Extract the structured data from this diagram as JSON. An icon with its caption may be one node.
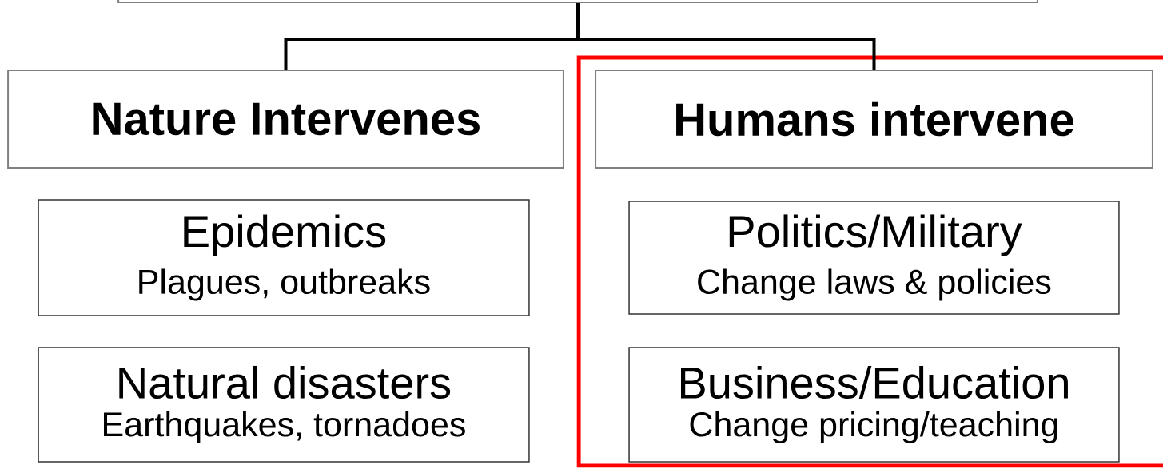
{
  "diagram": {
    "nodes": [
      {
        "text": [],
        "shape": "box"
      },
      {
        "text": [
          "Nature Intervenes"
        ]
      },
      {
        "text": [],
        "shape": "box"
      },
      {
        "text": [
          "Humans intervene"
        ],
        "in": 2
      },
      {
        "text": [
          "Epidemics",
          "Plagues, outbreaks"
        ]
      },
      {
        "text": [
          "Politics/Military",
          "Change laws & policies"
        ],
        "in": 2
      },
      {
        "text": [
          "Natural disasters",
          "Earthquakes, tornadoes"
        ]
      },
      {
        "text": [
          "Business/Education",
          "Change pricing/teaching"
        ],
        "in": 2
      }
    ],
    "edges": [
      {
        "from": 0,
        "to": 1,
        "arrow": "none"
      },
      {
        "from": 0,
        "to": 3,
        "arrow": "none"
      }
    ]
  }
}
